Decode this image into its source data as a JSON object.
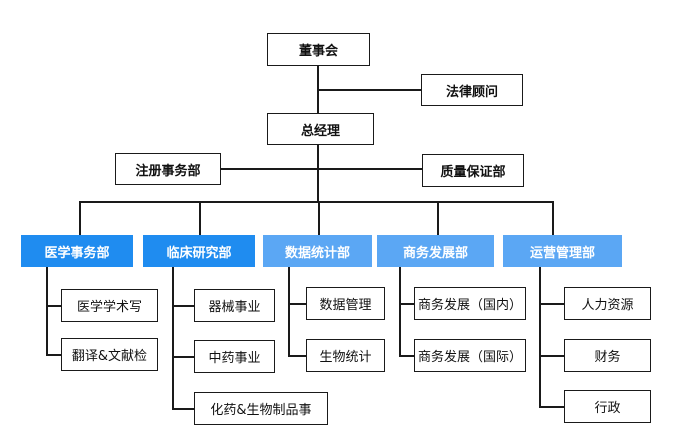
{
  "board": "董事会",
  "legal_advisor": "法律顾问",
  "ceo": "总经理",
  "registration_dept": "注册事务部",
  "quality_assurance_dept": "质量保证部",
  "colors": {
    "dept_primary": "#1f8cf0",
    "dept_light": "#5ba7f4",
    "line": "#1a1a1a"
  },
  "departments": [
    {
      "name": "医学事务部",
      "children": [
        "医学学术写",
        "翻译&文献检"
      ]
    },
    {
      "name": "临床研究部",
      "children": [
        "器械事业",
        "中药事业",
        "化药&生物制品事"
      ]
    },
    {
      "name": "数据统计部",
      "children": [
        "数据管理",
        "生物统计"
      ]
    },
    {
      "name": "商务发展部",
      "children": [
        "商务发展（国内）",
        "商务发展（国际）"
      ]
    },
    {
      "name": "运营管理部",
      "children": [
        "人力资源",
        "财务",
        "行政"
      ]
    }
  ]
}
